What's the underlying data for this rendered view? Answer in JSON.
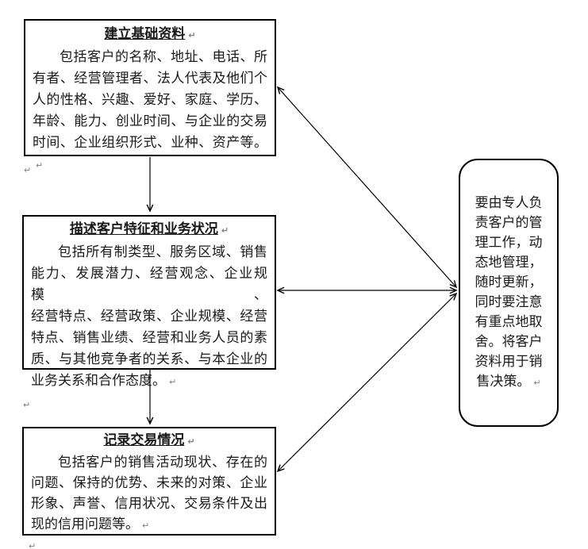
{
  "paragraph_mark": "↵",
  "colors": {
    "background": "#ffffff",
    "line": "#000000",
    "text": "#1a1a1a",
    "mark": "#808080"
  },
  "boxes": [
    {
      "title": "建立基础资料↵",
      "body": [
        "包括客户的名称、地址、电话、所",
        "有者、经营管理者、法人代表及他们个",
        "人的性格、兴趣、爱好、家庭、学历、",
        "年龄、能力、创业时间、与企业的交易",
        "时间、企业组织形式、业种、资产等。↵"
      ]
    },
    {
      "title": "描述客户特征和业务状况↵",
      "body": [
        "包括所有制类型、服务区域、销售",
        "能力、发展潜力、经营观念、企业规模、",
        "经营特点、经营政策、企业规模、经营",
        "特点、销售业绩、经营和业务人员的素",
        "质、与其他竞争者的关系、与本企业的",
        "业务关系和合作态度。↵"
      ]
    },
    {
      "title": "记录交易情况↵",
      "body": [
        "包括客户的销售活动现状、存在的",
        "问题、保持的优势、未来的对策、企业",
        "形象、声誉、信用状况、交易条件及出",
        "现的信用问题等。↵"
      ]
    }
  ],
  "side_note": {
    "body": [
      "要由专人负",
      "责客户的管",
      "理工作，动",
      "态地管理，",
      "随时更新，",
      "同时要注意",
      "有重点地取",
      "舍。将客户",
      "资料用于销",
      "售决策。↵"
    ]
  }
}
